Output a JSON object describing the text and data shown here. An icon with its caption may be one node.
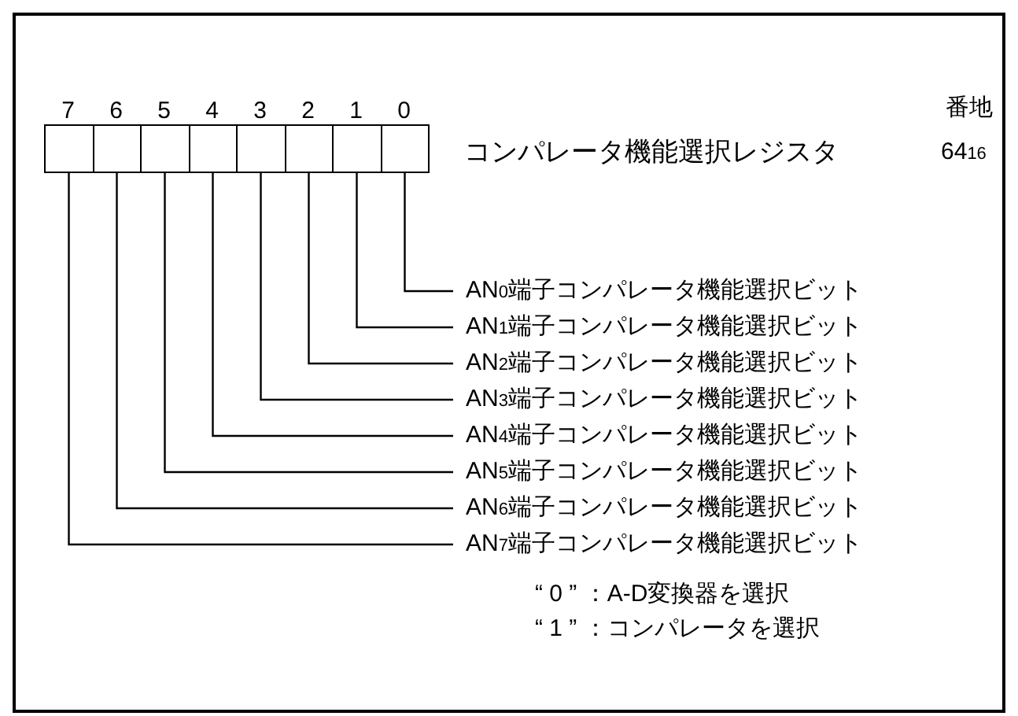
{
  "diagram": {
    "nodes": [
      {
        "text": [],
        "shape": "box"
      },
      {
        "text": [],
        "shape": "box"
      },
      {
        "text": [],
        "shape": "box"
      },
      {
        "text": [],
        "shape": "box"
      },
      {
        "text": [],
        "shape": "box"
      },
      {
        "text": [],
        "shape": "box"
      },
      {
        "text": [],
        "shape": "box"
      },
      {
        "text": [],
        "shape": "box"
      },
      {
        "text": [
          "AN$_{0}$端子コンパレータ機能選択ビット"
        ]
      },
      {
        "text": [
          "AN$_{1}$端子コンパレータ機能選択ビット"
        ]
      },
      {
        "text": [
          "AN$_{2}$端子コンパレータ機能選択ビット"
        ]
      },
      {
        "text": [
          "AN$_{3}$端子コンパレータ機能選択ビット"
        ]
      },
      {
        "text": [
          "AN$_{4}$端子コンパレータ機能選択ビット"
        ]
      },
      {
        "text": [
          "AN$_{5}$端子コンパレータ機能選択ビット"
        ]
      },
      {
        "text": [
          "AN$_{6}$端子コンパレータ機能選択ビット"
        ]
      },
      {
        "text": [
          "AN$_{7}$端子コンパレータ機能選択ビット"
        ]
      }
    ],
    "edges": [
      {
        "from": 8,
        "to": 7,
        "arrow": "none"
      },
      {
        "from": 9,
        "to": 6,
        "arrow": "none"
      },
      {
        "from": 10,
        "to": 5,
        "arrow": "none"
      },
      {
        "from": 11,
        "to": 4,
        "arrow": "none"
      },
      {
        "from": 12,
        "to": 3,
        "arrow": "none"
      },
      {
        "from": 13,
        "to": 2,
        "arrow": "none"
      },
      {
        "from": 14,
        "to": 1,
        "arrow": "none"
      },
      {
        "from": 15,
        "to": 0,
        "arrow": "none"
      }
    ],
    "labels": [
      "7",
      "6",
      "5",
      "4",
      "3",
      "2",
      "1",
      "0",
      "番地",
      "コンパレータ機能選択レジスタ",
      "64$_{16}$",
      "“ 0 ” ：A-D変換器を選択",
      "“ 1 ” ：コンパレータを選択"
    ]
  }
}
